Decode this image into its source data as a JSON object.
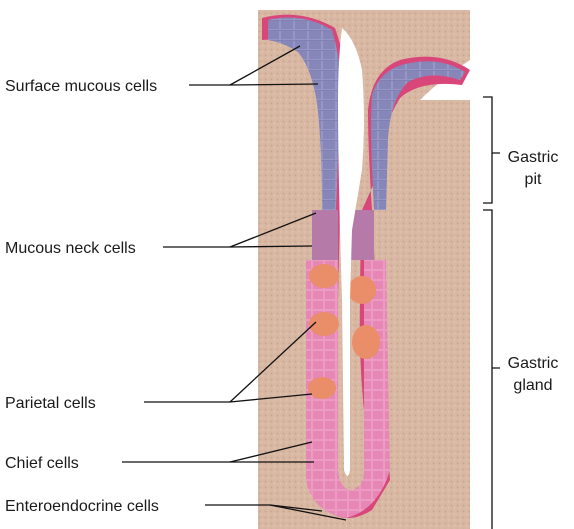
{
  "labels": {
    "surface_mucous": "Surface mucous cells",
    "mucous_neck": "Mucous neck cells",
    "parietal": "Parietal cells",
    "chief": "Chief cells",
    "enteroendocrine": "Enteroendocrine cells"
  },
  "regions": {
    "pit_line1": "Gastric",
    "pit_line2": "pit",
    "gland_line1": "Gastric",
    "gland_line2": "gland"
  },
  "colors": {
    "lamina": "#d8b8a3",
    "mucous": "#8f8fc0",
    "epithelium_edge": "#d8467a",
    "neck": "#c2739f",
    "parietal": "#e98e68",
    "chief": "#e893bd",
    "lumen": "#ffffff"
  }
}
